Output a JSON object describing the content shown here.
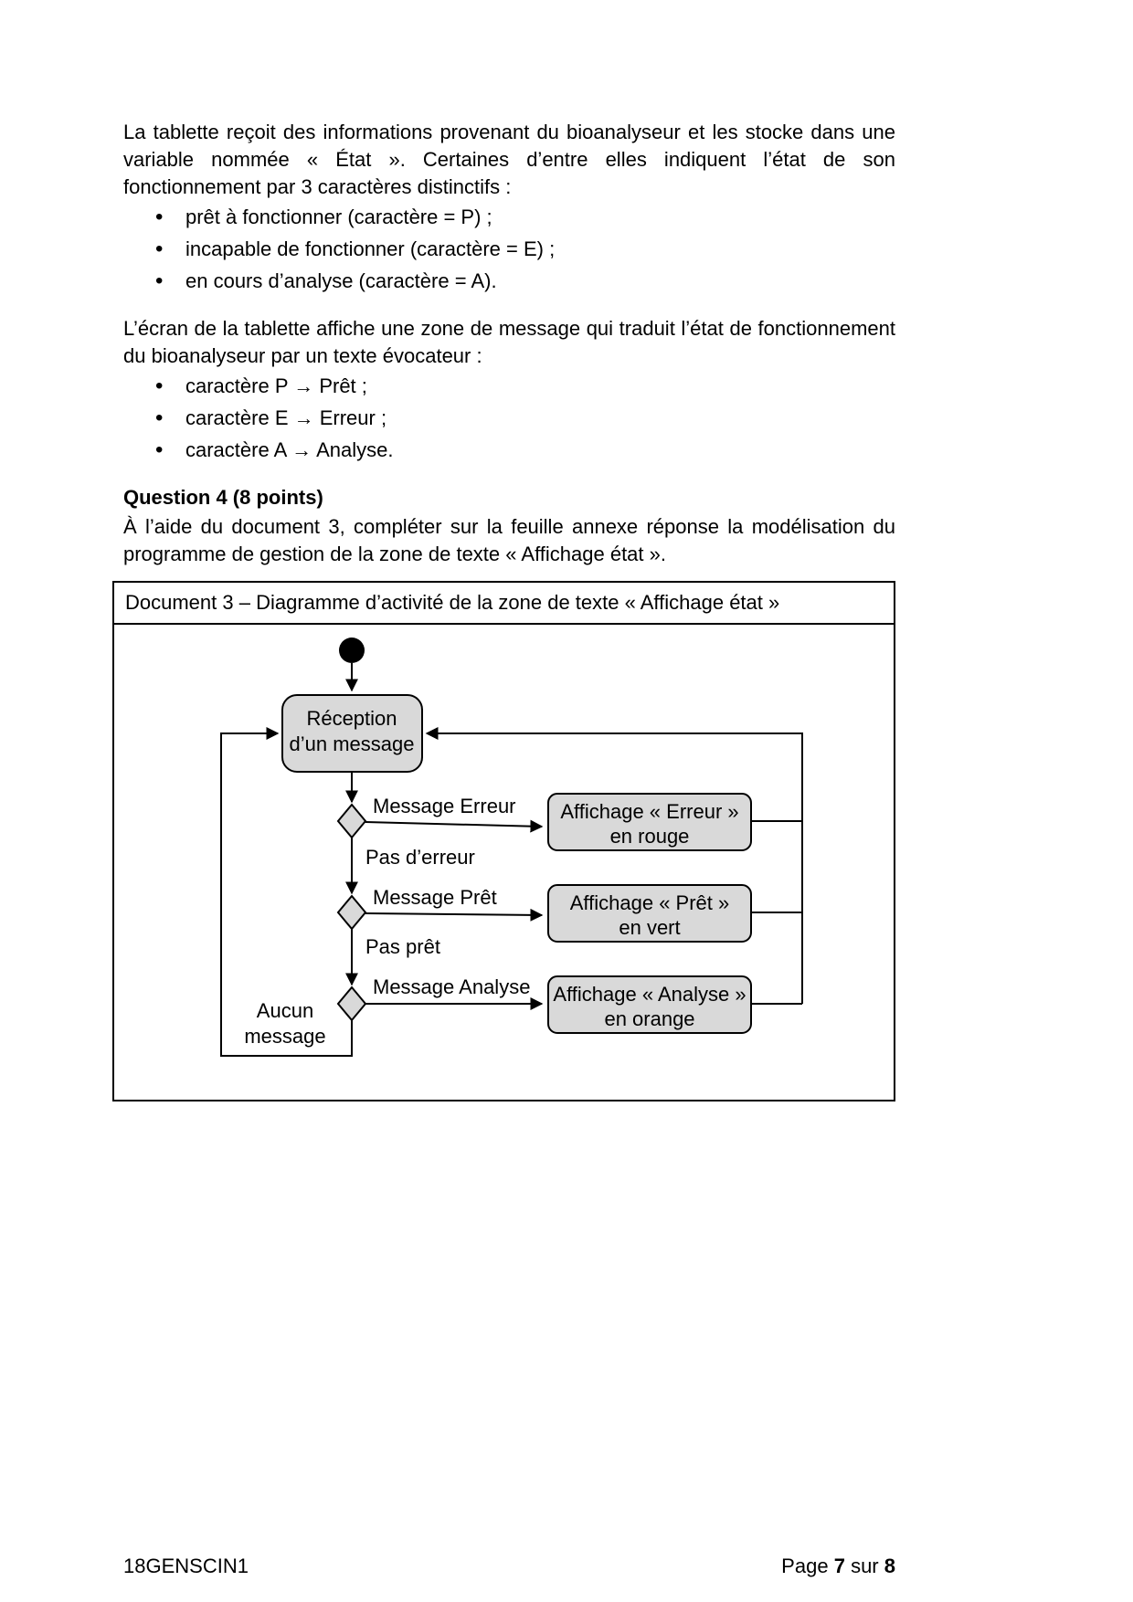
{
  "intro": {
    "p1": "La tablette reçoit des informations provenant du bioanalyseur et les stocke dans une variable nommée « État ». Certaines d’entre elles indiquent l’état de son fonctionnement par 3 caractères distinctifs :",
    "bullets1": [
      "prêt à fonctionner (caractère = P) ;",
      "incapable de fonctionner (caractère = E) ;",
      "en cours d’analyse (caractère = A)."
    ],
    "p2": "L’écran de la tablette affiche une zone de message qui traduit l’état de fonctionnement du bioanalyseur par un texte évocateur :",
    "bullets2": [
      "caractère P → Prêt ;",
      "caractère E → Erreur ;",
      "caractère A → Analyse."
    ]
  },
  "question": {
    "title": "Question 4  (8 points)",
    "body": "À l’aide du document 3, compléter sur la feuille annexe réponse la modélisation du programme de gestion de la zone de texte « Affichage état »."
  },
  "document3": {
    "title": "Document 3 – Diagramme d’activité de la zone de texte « Affichage état »",
    "diagram": {
      "reception_line1": "Réception",
      "reception_line2": "d’un message",
      "branch_error_label": "Message Erreur",
      "action_error_line1": "Affichage « Erreur »",
      "action_error_line2": "en rouge",
      "no_error_label": "Pas d’erreur",
      "branch_ready_label": "Message Prêt",
      "action_ready_line1": "Affichage « Prêt »",
      "action_ready_line2": "en vert",
      "not_ready_label": "Pas prêt",
      "branch_analysis_label": "Message Analyse",
      "action_analysis_line1": "Affichage « Analyse »",
      "action_analysis_line2": "en orange",
      "no_message_line1": "Aucun",
      "no_message_line2": "message"
    }
  },
  "footer": {
    "left": "18GENSCIN1",
    "page_word": "Page",
    "page_number": "7",
    "sur": "sur",
    "total": "8"
  },
  "colors": {
    "node_fill": "#d9d9d9",
    "initial_node": "#000000"
  }
}
